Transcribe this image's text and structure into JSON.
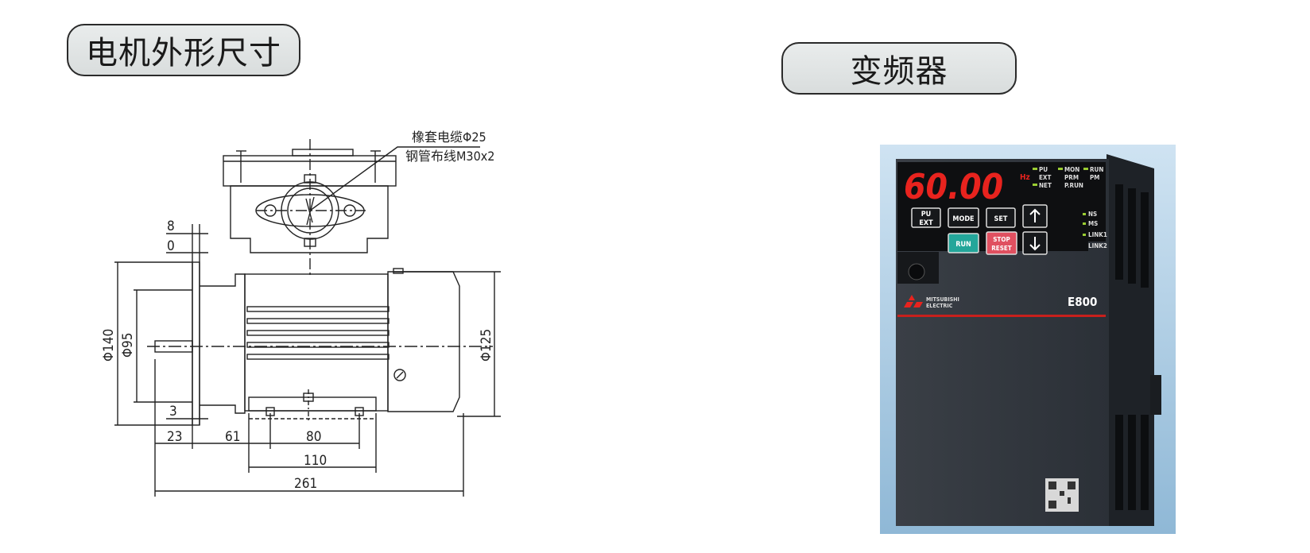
{
  "motor_section": {
    "title": "电机外形尺寸",
    "callout": {
      "line1": "橡套电缆Φ25",
      "line2": "钢管布线M30x2"
    },
    "dimensions": {
      "flange_thickness": "8",
      "zero_ref": "0",
      "shaft_step": "3",
      "flange_dia": "Φ140",
      "spigot_dia": "Φ95",
      "body_dia": "Φ125",
      "shaft_len": "23",
      "flange_to_foot": "61",
      "foot_hole_span": "80",
      "foot_width": "110",
      "overall_len": "261"
    }
  },
  "inverter_section": {
    "title": "变频器",
    "display_value": "60.00",
    "unit": "Hz",
    "indicators": {
      "pu": "PU",
      "ext": "EXT",
      "net": "NET",
      "mon": "MON",
      "prm": "PRM",
      "prun": "P.RUN",
      "run": "RUN",
      "pm": "PM",
      "ns": "NS",
      "ms": "MS",
      "link1": "LINK1",
      "link2": "LINK2"
    },
    "buttons": {
      "pu_ext_top": "PU",
      "pu_ext_bottom": "EXT",
      "mode": "MODE",
      "set": "SET",
      "run": "RUN",
      "stop_top": "STOP",
      "stop_bottom": "RESET"
    },
    "brand_line1": "MITSUBISHI",
    "brand_line2": "ELECTRIC",
    "model": "E800"
  }
}
